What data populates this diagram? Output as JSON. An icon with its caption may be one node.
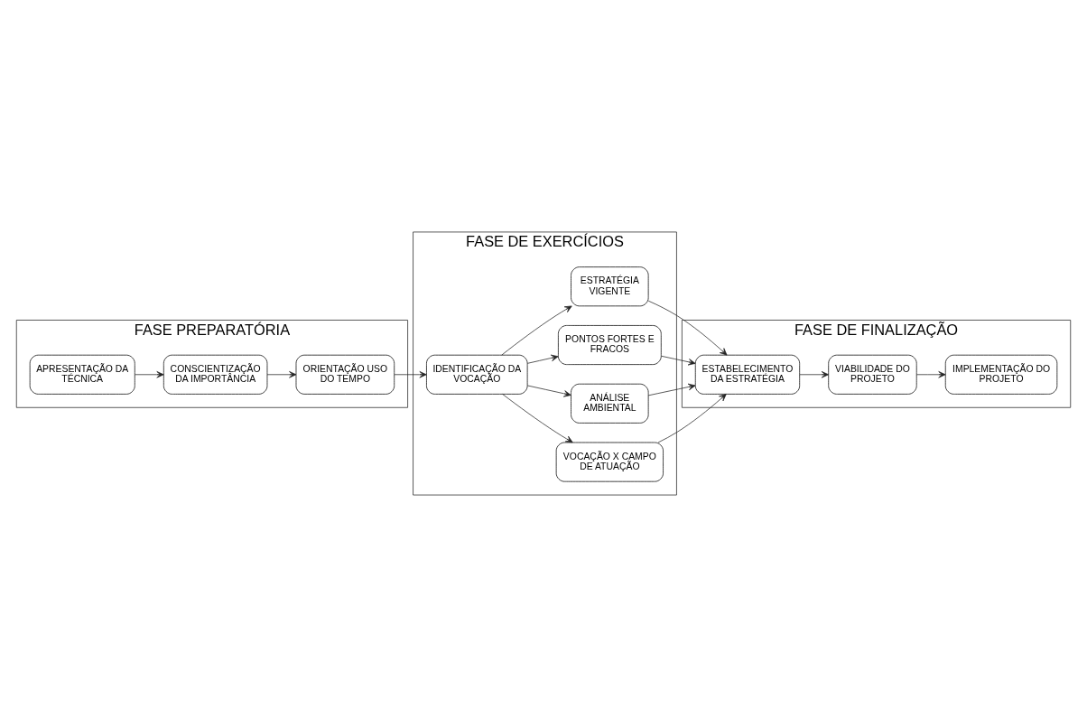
{
  "diagram": {
    "nodes": [
      {
        "text": [
          "FASE PREPARATÓRIA"
        ]
      },
      {
        "text": [
          "APRESENTAÇÃO DA TÉCNICA"
        ],
        "in": 0
      },
      {
        "text": [
          "CONSCIENTIZAÇÃO DA IMPORTÂNCIA"
        ],
        "in": 0
      },
      {
        "text": [
          "ORIENTAÇÃO USO DO TEMPO"
        ],
        "in": 0
      },
      {
        "text": [
          "FASE DE EXERCÍCIOS"
        ]
      },
      {
        "text": [
          "IDENTIFICAÇÃO DA VOCAÇÃO"
        ],
        "in": 4
      },
      {
        "text": [
          "VOCAÇÃO X CAMPO DE ATUAÇÃO"
        ],
        "in": 4
      },
      {
        "text": [
          "ANÁLISE AMBIENTAL"
        ],
        "in": 4
      },
      {
        "text": [
          "PONTOS FORTES E FRACOS"
        ],
        "in": 4
      },
      {
        "text": [
          "ESTRATÉGIA VIGENTE"
        ],
        "in": 4
      },
      {
        "text": [
          "FASE DE FINALIZAÇÃO"
        ]
      },
      {
        "text": [
          "ESTABELECIMENTO DA ESTRATÉGIA"
        ],
        "in": 10
      },
      {
        "text": [
          "VIABILIDADE DO PROJETO"
        ],
        "in": 10
      },
      {
        "text": [
          "IMPLEMENTAÇÃO DO PROJETO"
        ],
        "in": 10
      }
    ],
    "edges": [
      {
        "from": 1,
        "to": 2,
        "arrow": "to"
      },
      {
        "from": 2,
        "to": 3,
        "arrow": "to"
      },
      {
        "from": 3,
        "to": 5,
        "arrow": "to"
      },
      {
        "from": 5,
        "to": 6,
        "arrow": "to"
      },
      {
        "from": 5,
        "to": 7,
        "arrow": "to"
      },
      {
        "from": 5,
        "to": 8,
        "arrow": "to"
      },
      {
        "from": 5,
        "to": 9,
        "arrow": "to"
      },
      {
        "from": 6,
        "to": 11,
        "arrow": "to"
      },
      {
        "from": 7,
        "to": 11,
        "arrow": "to"
      },
      {
        "from": 8,
        "to": 11,
        "arrow": "to"
      },
      {
        "from": 9,
        "to": 11,
        "arrow": "to"
      },
      {
        "from": 11,
        "to": 12,
        "arrow": "to"
      },
      {
        "from": 12,
        "to": 13,
        "arrow": "to"
      }
    ]
  }
}
